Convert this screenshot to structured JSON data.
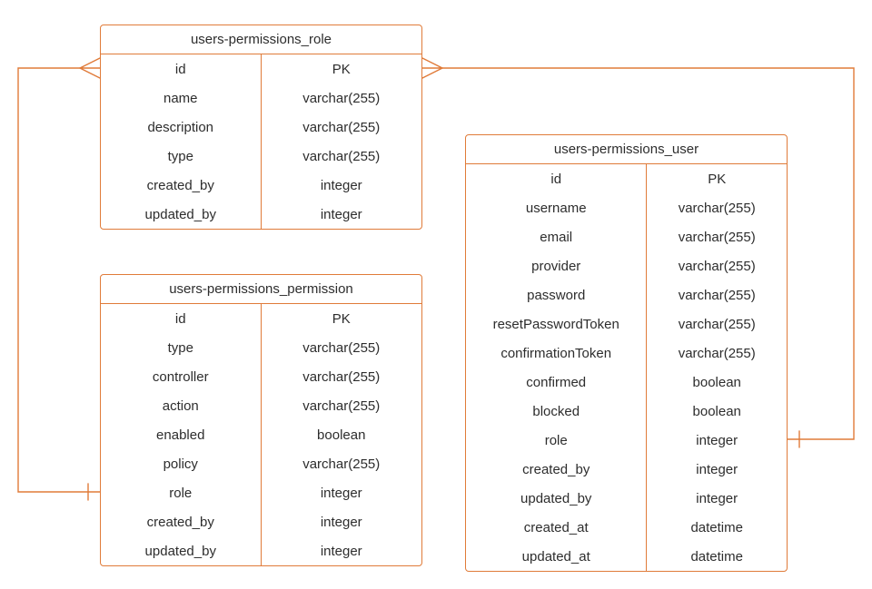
{
  "diagram": {
    "accent_color": "#E07B39",
    "text_color": "#2d2d2d",
    "background_color": "#ffffff",
    "tables": [
      {
        "id": "role",
        "title": "users-permissions_role",
        "rows": [
          {
            "field": "id",
            "type": "PK"
          },
          {
            "field": "name",
            "type": "varchar(255)"
          },
          {
            "field": "description",
            "type": "varchar(255)"
          },
          {
            "field": "type",
            "type": "varchar(255)"
          },
          {
            "field": "created_by",
            "type": "integer"
          },
          {
            "field": "updated_by",
            "type": "integer"
          }
        ]
      },
      {
        "id": "permission",
        "title": "users-permissions_permission",
        "rows": [
          {
            "field": "id",
            "type": "PK"
          },
          {
            "field": "type",
            "type": "varchar(255)"
          },
          {
            "field": "controller",
            "type": "varchar(255)"
          },
          {
            "field": "action",
            "type": "varchar(255)"
          },
          {
            "field": "enabled",
            "type": "boolean"
          },
          {
            "field": "policy",
            "type": "varchar(255)"
          },
          {
            "field": "role",
            "type": "integer"
          },
          {
            "field": "created_by",
            "type": "integer"
          },
          {
            "field": "updated_by",
            "type": "integer"
          }
        ]
      },
      {
        "id": "user",
        "title": "users-permissions_user",
        "rows": [
          {
            "field": "id",
            "type": "PK"
          },
          {
            "field": "username",
            "type": "varchar(255)"
          },
          {
            "field": "email",
            "type": "varchar(255)"
          },
          {
            "field": "provider",
            "type": "varchar(255)"
          },
          {
            "field": "password",
            "type": "varchar(255)"
          },
          {
            "field": "resetPasswordToken",
            "type": "varchar(255)"
          },
          {
            "field": "confirmationToken",
            "type": "varchar(255)"
          },
          {
            "field": "confirmed",
            "type": "boolean"
          },
          {
            "field": "blocked",
            "type": "boolean"
          },
          {
            "field": "role",
            "type": "integer"
          },
          {
            "field": "created_by",
            "type": "integer"
          },
          {
            "field": "updated_by",
            "type": "integer"
          },
          {
            "field": "created_at",
            "type": "datetime"
          },
          {
            "field": "updated_at",
            "type": "datetime"
          }
        ]
      }
    ],
    "relationships": [
      {
        "from_table": "users-permissions_role",
        "from_field": "id",
        "from_marker": "many-crow-foot",
        "to_table": "users-permissions_permission",
        "to_field": "role",
        "to_marker": "one-tick"
      },
      {
        "from_table": "users-permissions_role",
        "from_field": "id",
        "from_marker": "many-crow-foot",
        "to_table": "users-permissions_user",
        "to_field": "role",
        "to_marker": "one-tick"
      }
    ]
  }
}
